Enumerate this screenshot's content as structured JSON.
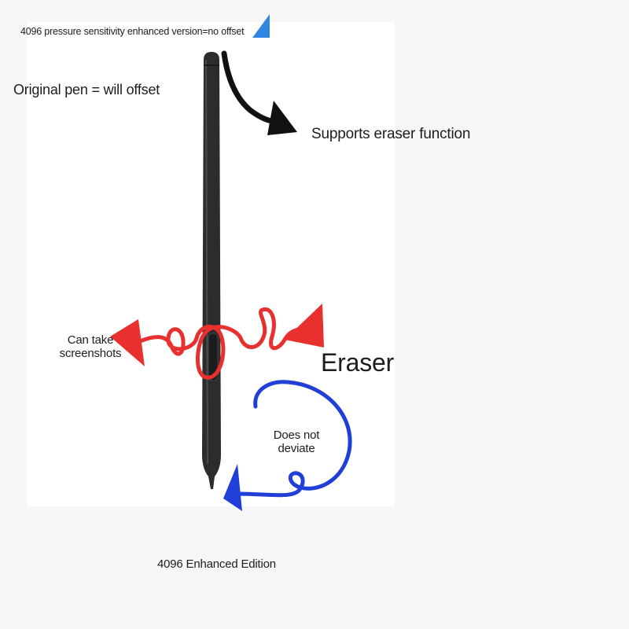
{
  "labels": {
    "top_note": "4096 pressure sensitivity enhanced version=no offset",
    "original_pen": "Original pen = will offset",
    "eraser_function": "Supports eraser function",
    "screenshots_line1": "Can take",
    "screenshots_line2": "screenshots",
    "eraser": "Eraser",
    "deviate_line1": "Does not",
    "deviate_line2": "deviate",
    "edition": "4096 Enhanced Edition"
  },
  "icons": {
    "corner": "blue-triangle-icon",
    "pen": "stylus-pen-icon",
    "black_arrow": "black-curved-arrow-icon",
    "red_arrows": "red-loop-double-arrow-icon",
    "blue_arrow": "blue-loop-arrow-icon"
  },
  "colors": {
    "blue": "#2f86e0",
    "pen_body": "#2b2c2d",
    "red": "#e8302f",
    "ink_blue": "#1f3fd6",
    "black": "#111111"
  }
}
